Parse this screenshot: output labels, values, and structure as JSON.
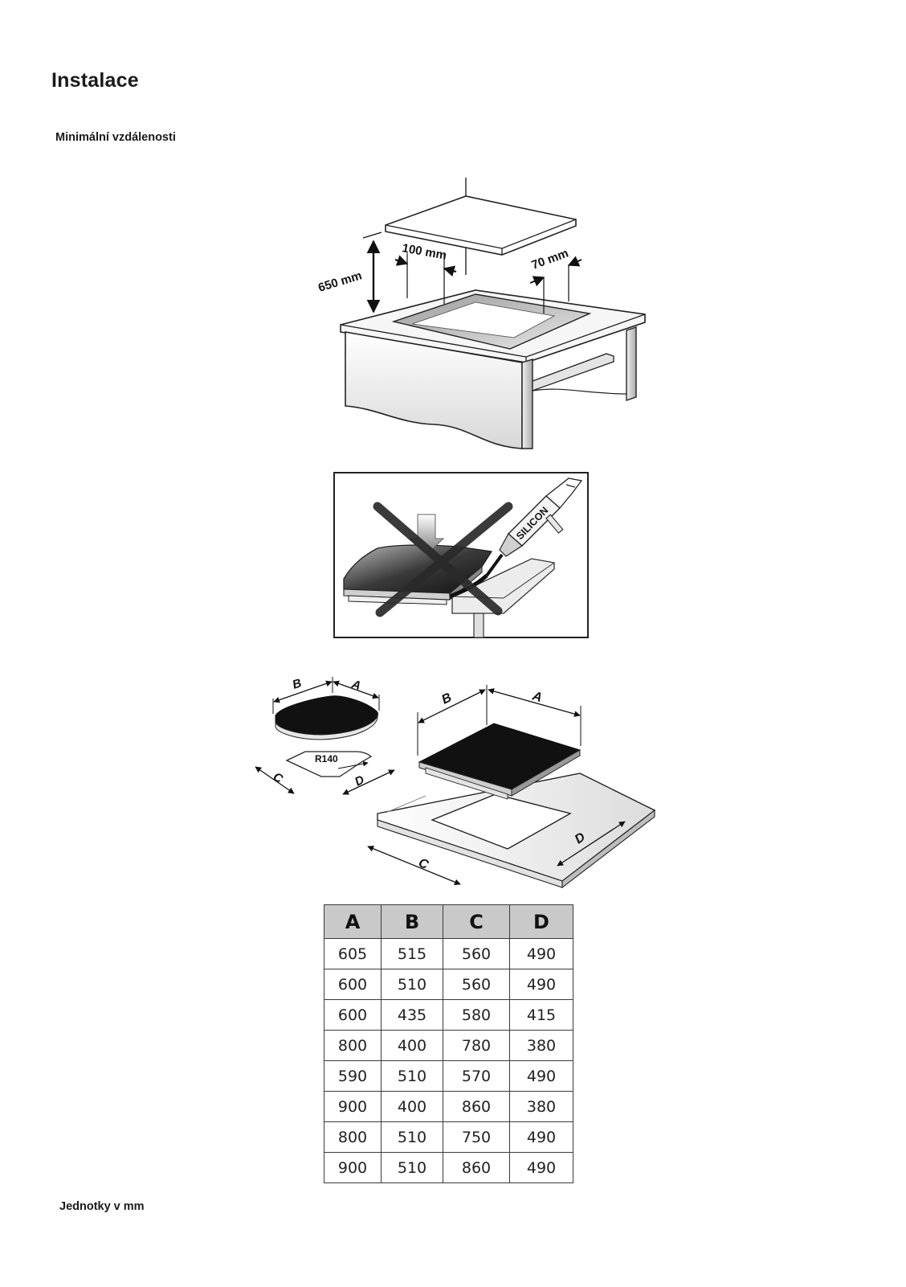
{
  "page": {
    "title": "Instalace",
    "subtitle": "Minimální vzdálenosti",
    "footer": "Jednotky v mm"
  },
  "figure_clearance": {
    "dim_height": "650 mm",
    "dim_back": "100 mm",
    "dim_side": "70 mm"
  },
  "figure_silicon": {
    "tube_label": "SILICON"
  },
  "figure_cutout": {
    "label_a": "A",
    "label_b": "B",
    "label_c": "C",
    "label_d": "D",
    "radius_label": "R140"
  },
  "table": {
    "headers": [
      "A",
      "B",
      "C",
      "D"
    ],
    "rows": [
      [
        "605",
        "515",
        "560",
        "490"
      ],
      [
        "600",
        "510",
        "560",
        "490"
      ],
      [
        "600",
        "435",
        "580",
        "415"
      ],
      [
        "800",
        "400",
        "780",
        "380"
      ],
      [
        "590",
        "510",
        "570",
        "490"
      ],
      [
        "900",
        "400",
        "860",
        "380"
      ],
      [
        "800",
        "510",
        "750",
        "490"
      ],
      [
        "900",
        "510",
        "860",
        "490"
      ]
    ]
  }
}
